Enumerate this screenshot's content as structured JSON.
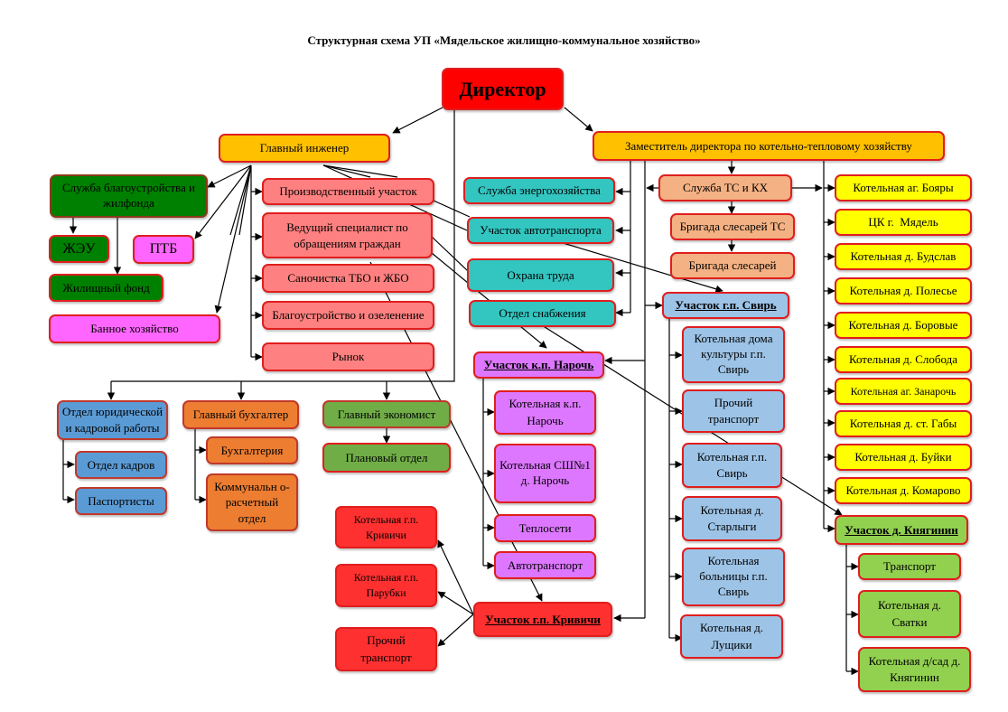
{
  "title": "Структурная схема УП «Мядельское жилищно-коммунальное хозяйство»",
  "colors": {
    "director": "#ff0000",
    "deputy": "#ffc000",
    "green_dark": "#008000",
    "pink": "#ff66ff",
    "salmon": "#ff8080",
    "teal": "#33c5c0",
    "peach": "#f4b183",
    "light_blue": "#9dc3e6",
    "yellow": "#ffff00",
    "light_green": "#92d050",
    "violet": "#dd77ff",
    "red": "#ff3030",
    "blue": "#5b9bd5",
    "orange": "#ed7d31",
    "olive_green": "#70ad47",
    "border": "#e01e1e",
    "line": "#000000"
  },
  "nodes": {
    "director": "Директор",
    "chief_engineer": "Главный инженер",
    "deputy_heat": "Заместитель директора по котельно-тепловому хозяйству",
    "landscaping_service": "Служба благоустройства и жилфонда",
    "zheu": "ЖЭУ",
    "ptb": "ПТБ",
    "housing_fund": "Жилищный фонд",
    "bath": "Банное хозяйство",
    "production_site": "Производственный участок",
    "lead_specialist": "Ведущий специалист по обращениям граждан",
    "sanitation": "Саночистка ТБО и ЖБО",
    "greening": "Благоустройство и озеленение",
    "market": "Рынок",
    "energy_service": "Служба энергохозяйства",
    "motor_transport_site": "Участок автотранспорта",
    "labor_protection": "Охрана труда",
    "supply_dept": "Отдел снабжения",
    "ts_kh_service": "Служба ТС и КХ",
    "ts_fitters": "Бригада слесарей ТС",
    "fitters": "Бригада слесарей",
    "svir_site": "Участок г.п. Свирь",
    "svir_culture": "Котельная дома культуры г.п. Свирь",
    "svir_other_transport": "Прочий транспорт",
    "svir_boiler": "Котельная г.п. Свирь",
    "starlygi": "Котельная д. Старлыги",
    "svir_hospital": "Котельная больницы г.п. Свирь",
    "lushchiki": "Котельная д. Лущики",
    "boyary": "Котельная аг. Бояры",
    "myadel": "ЦК г.  Мядель",
    "budslav": "Котельная д. Будслав",
    "polesye": "Котельная д. Полесье",
    "borovye": "Котельная д. Боровые",
    "sloboda": "Котельная д. Слобода",
    "zanaroch": "Котельная аг. Занарочь",
    "gaby": "Котельная д. ст. Габы",
    "buyki": "Котельная д. Буйки",
    "komarovo": "Котельная д. Комарово",
    "knyaginin_site": "Участок д. Княгинин",
    "knyaginin_transport": "Транспорт",
    "svatki": "Котельная д. Сватки",
    "knyaginin_kindergarten": "Котельная д/сад д. Княгинин",
    "naroch_site": "Участок к.п. Нарочь",
    "naroch_boiler": "Котельная к.п. Нарочь",
    "naroch_school": "Котельная СШ№1 д. Нарочь",
    "heating_networks": "Теплосети",
    "autotransport": "Автотранспорт",
    "krivichi_site": "Участок г.п. Кривичи",
    "krivichi_boiler": "Котельная г.п. Кривичи",
    "parubki": "Котельная г.п. Парубки",
    "krivichi_other_transport": "Прочий транспорт",
    "legal_hr": "Отдел юридической и кадровой работы",
    "hr_dept": "Отдел кадров",
    "passport": "Паспортисты",
    "chief_accountant": "Главный бухгалтер",
    "accounting": "Бухгалтерия",
    "billing": "Коммунальн о-расчетный отдел",
    "chief_economist": "Главный экономист",
    "planning": "Плановый отдел"
  }
}
